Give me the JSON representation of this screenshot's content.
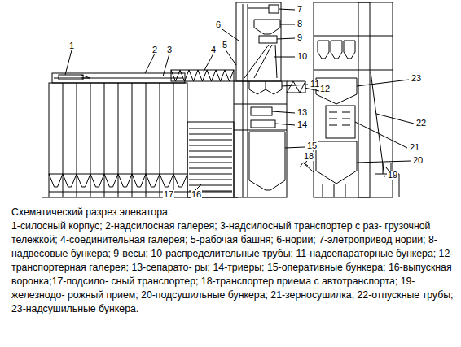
{
  "diagram": {
    "title": "Схематический разрез элеватора:",
    "caption": "1-силосный корпус; 2-надсилосная галерея; 3-надсилосный транспортер с раз- грузочной тележкой; 4-соединительная галерея; 5-рабочая башня; 6-нории; 7-элетропривод нории; 8-надвесовые бункера; 9-весы; 10-распределительные трубы; 11-надсепараторные бункера; 12-транспортерная галерея; 13-сепарато- ры; 14-триеры; 15-оперативные бункера; 16-выпускная воронка;17-подсило- сный транспортер; 18-транспортер приема с автотранспорта; 19-железнодо- рожный прием; 20-подсушильные бункера; 21-зерносушилка; 22-отпускные трубы; 23-надсушильные бункера.",
    "labels": [
      "1",
      "2",
      "3",
      "4",
      "5",
      "6",
      "7",
      "8",
      "9",
      "10",
      "11",
      "12",
      "13",
      "14",
      "15",
      "16",
      "17",
      "18",
      "19",
      "20",
      "21",
      "22",
      "23"
    ]
  }
}
